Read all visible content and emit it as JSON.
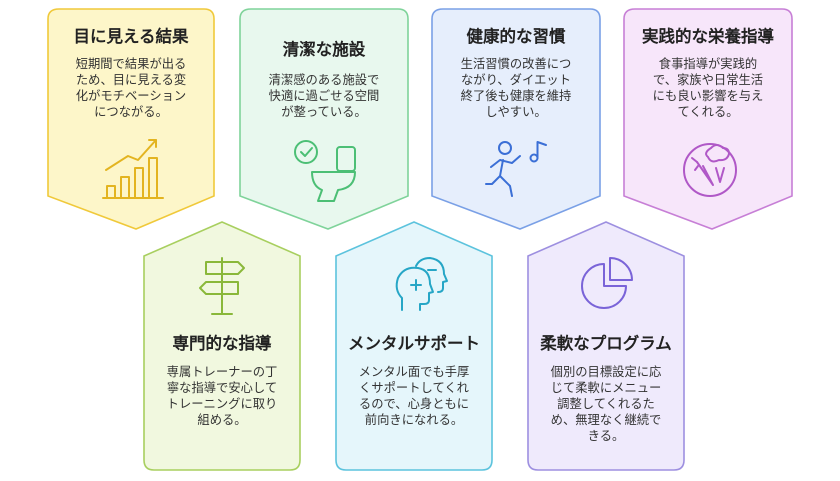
{
  "cards": [
    {
      "title": "目に見える結果",
      "body": [
        "短期間で結果が出る",
        "ため、目に見える変",
        "化がモチベーション",
        "につながる。"
      ],
      "icon": "growth-chart-icon",
      "fill": "#fdf6c9",
      "stroke": "#f0c93a",
      "title_color": "#222222"
    },
    {
      "title": "清潔な施設",
      "body": [
        "清潔感のある施設で",
        "快適に過ごせる空間",
        "が整っている。"
      ],
      "icon": "clean-toilet-icon",
      "fill": "#e8f8ee",
      "stroke": "#7fd39a",
      "title_color": "#222222"
    },
    {
      "title": "健康的な習慣",
      "body": [
        "生活習慣の改善につ",
        "ながり、ダイエット",
        "終了後も健康を維持",
        "しやすい。"
      ],
      "icon": "dancing-person-icon",
      "fill": "#e6eefc",
      "stroke": "#7aa0e6",
      "title_color": "#222222"
    },
    {
      "title": "実践的な栄養指導",
      "body": [
        "食事指導が実践的",
        "で、家族や日常生活",
        "にも良い影響を与え",
        "てくれる。"
      ],
      "icon": "vegetables-icon",
      "fill": "#f7e6fa",
      "stroke": "#c77fd6",
      "title_color": "#222222"
    },
    {
      "title": "専門的な指導",
      "body": [
        "専属トレーナーの丁",
        "寧な指導で安心して",
        "トレーニングに取り",
        "組める。"
      ],
      "icon": "signpost-icon",
      "fill": "#f1f8df",
      "stroke": "#a8cf5f",
      "title_color": "#222222"
    },
    {
      "title": "メンタルサポート",
      "body": [
        "メンタル面でも手厚",
        "くサポートしてくれ",
        "るので、心身ともに",
        "前向きになれる。"
      ],
      "icon": "mental-heads-icon",
      "fill": "#e5f6fb",
      "stroke": "#5cc3dd",
      "title_color": "#222222"
    },
    {
      "title": "柔軟なプログラム",
      "body": [
        "個別の目標設定に応",
        "じて柔軟にメニュー",
        "調整してくれるた",
        "め、無理なく継続で",
        "きる。"
      ],
      "icon": "pie-chart-icon",
      "fill": "#efeafc",
      "stroke": "#9d8fe0",
      "title_color": "#222222"
    }
  ]
}
